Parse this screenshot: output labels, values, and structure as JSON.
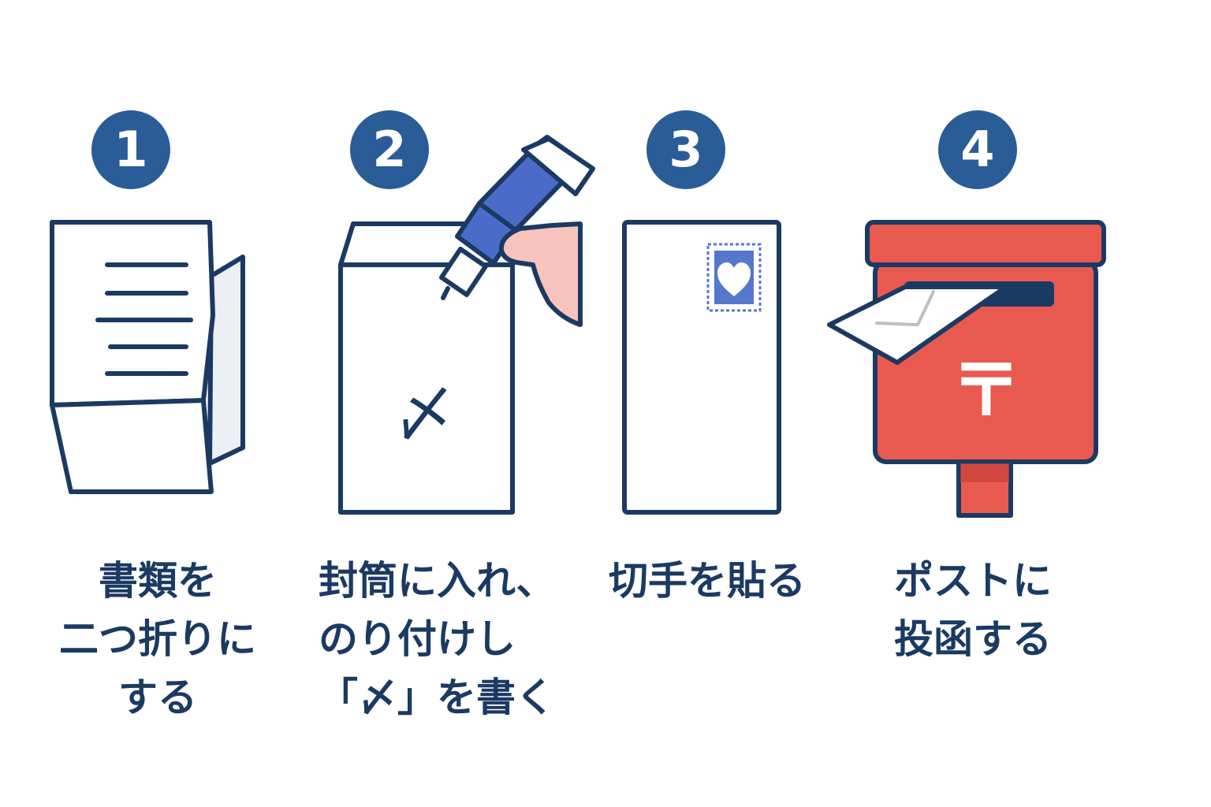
{
  "colors": {
    "navy": "#1b3a63",
    "badge_blue": "#2a5c97",
    "glue_blue": "#4a6cc8",
    "postbox_red": "#e85a4f",
    "postbox_dark": "#c8403a",
    "skin": "#f7c4bd",
    "stamp_blue": "#5577cc"
  },
  "steps": [
    {
      "number": "1",
      "icon": "folded-document-icon",
      "lines": [
        "書類を",
        "二つ折りに",
        "する"
      ]
    },
    {
      "number": "2",
      "icon": "envelope-glue-stick-icon",
      "envelope_mark": "〆",
      "lines": [
        "封筒に入れ、",
        "のり付けし",
        "「〆」を書く"
      ]
    },
    {
      "number": "3",
      "icon": "envelope-stamp-icon",
      "lines": [
        "切手を貼る"
      ]
    },
    {
      "number": "4",
      "icon": "postbox-icon",
      "postbox_mark": "〒",
      "lines": [
        "ポストに",
        "投函する"
      ]
    }
  ]
}
